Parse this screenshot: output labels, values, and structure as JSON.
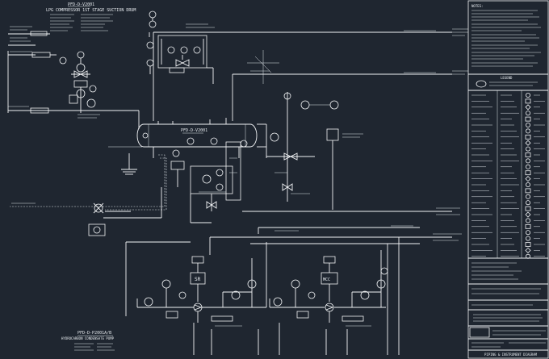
{
  "drawing": {
    "vessel_tag": "PFD-D-V2001",
    "vessel_title": "LPG COMPRESSOR 1ST STAGE SUCTION DRUM",
    "vessel_label_on_drum": "PFD-D-V2001",
    "pump_tag": "PFD-D-P2001A/B",
    "pump_title": "HYDROCARBON CONDENSATE PUMP",
    "motor_a": "SR",
    "motor_b": "MCC"
  },
  "title_block": {
    "legend_header": "LEGEND",
    "notes_header": "NOTES:",
    "drawing_title": "PIPING & INSTRUMENT DIAGRAM"
  },
  "colors": {
    "background": "#1f2630",
    "linework": "#f2f4f6"
  }
}
